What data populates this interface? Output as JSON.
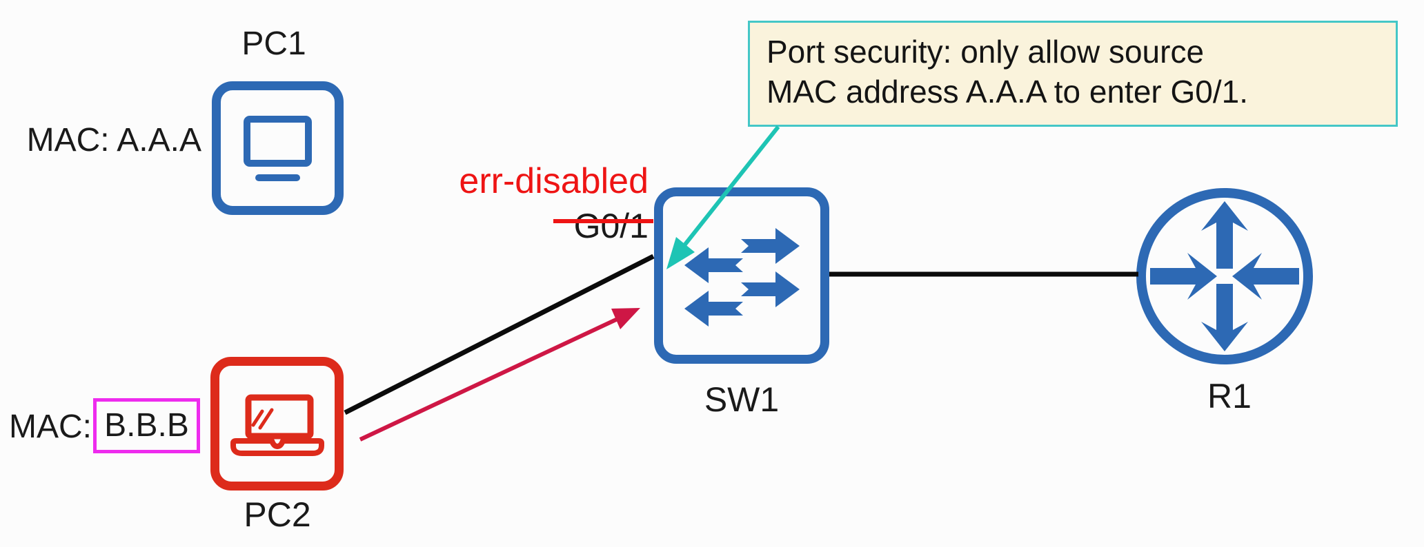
{
  "diagram": {
    "type": "network-topology",
    "nodes": {
      "pc1": {
        "label": "PC1",
        "mac_label": "MAC: A.A.A",
        "icon": "desktop-pc-icon",
        "color": "#2d69b4"
      },
      "pc2": {
        "label": "PC2",
        "mac_prefix": "MAC:",
        "mac_value": "B.B.B",
        "icon": "laptop-icon",
        "color": "#dd2b1b",
        "mac_highlight_color": "#ee2bee"
      },
      "sw1": {
        "label": "SW1",
        "icon": "switch-icon",
        "color": "#2d69b4"
      },
      "r1": {
        "label": "R1",
        "icon": "router-icon",
        "color": "#2d69b4"
      }
    },
    "port": {
      "name": "G0/1",
      "status": "err-disabled",
      "status_color": "#ee1414",
      "strikethrough_color": "#ee1414"
    },
    "callout": {
      "line1": "Port security: only allow source",
      "line2": "MAC address A.A.A to enter G0/1.",
      "fill": "#faf3dc",
      "border_color": "#44c7c7",
      "pointer_color": "#1ec4b4",
      "points_to": "SW1 G0/1"
    },
    "links": [
      {
        "from": "PC2",
        "to": "SW1",
        "style": "solid-black"
      },
      {
        "from": "SW1",
        "to": "R1",
        "style": "solid-black"
      }
    ],
    "rejected_frame_arrow": {
      "from": "PC2",
      "to": "SW1",
      "color": "#ce1745"
    }
  }
}
